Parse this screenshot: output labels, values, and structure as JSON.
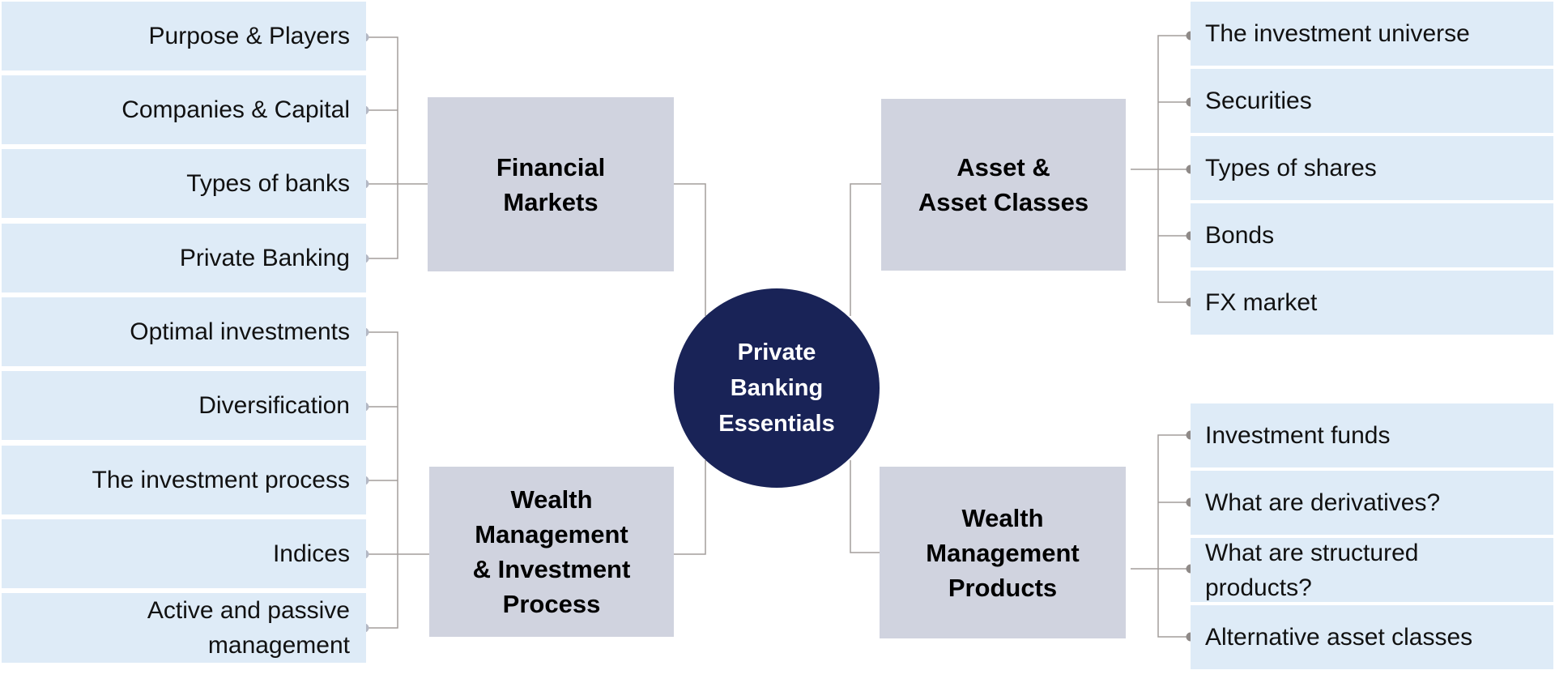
{
  "center": {
    "label": "Private\nBanking\nEssentials"
  },
  "categories": {
    "financial_markets": {
      "label": "Financial\nMarkets",
      "items": [
        "Purpose & Players",
        "Companies & Capital",
        "Types of banks",
        "Private Banking"
      ]
    },
    "wealth_management_process": {
      "label": "Wealth\nManagement\n& Investment\nProcess",
      "items": [
        "Optimal investments",
        "Diversification",
        "The investment process",
        "Indices",
        "Active and passive\nmanagement"
      ]
    },
    "asset_classes": {
      "label": "Asset &\nAsset Classes",
      "items": [
        "The investment universe",
        "Securities",
        "Types of shares",
        "Bonds",
        "FX market"
      ]
    },
    "wealth_management_products": {
      "label": "Wealth\nManagement\nProducts",
      "items": [
        "Investment funds",
        "What are derivatives?",
        "What are structured\nproducts?",
        "Alternative asset classes"
      ]
    }
  },
  "colors": {
    "center_fill": "#192357",
    "category_fill": "#d0d3df",
    "leaf_fill": "#deebf7",
    "connector": "#9e9896",
    "dot": "#8f8a88"
  }
}
